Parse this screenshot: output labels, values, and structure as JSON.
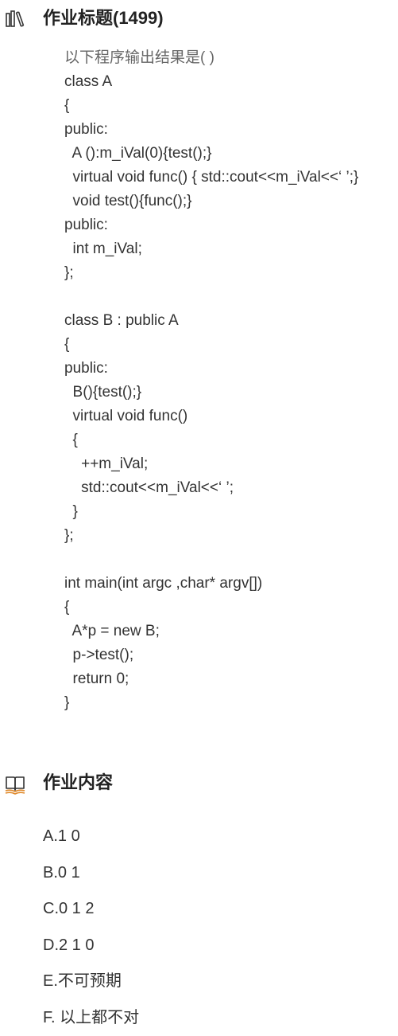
{
  "title_header": {
    "icon": "books-icon",
    "title": "作业标题(1499)"
  },
  "question": {
    "lines": [
      "以下程序输出结果是( )",
      "class A",
      "{",
      "public:",
      "  A ():m_iVal(0){test();}",
      "  virtual void func() { std::cout<<m_iVal<<‘ ’;}",
      "  void test(){func();}",
      "public:",
      "  int m_iVal;",
      "};",
      "",
      "class B : public A",
      "{",
      "public:",
      "  B(){test();}",
      "  virtual void func()",
      "  {",
      "    ++m_iVal;",
      "    std::cout<<m_iVal<<‘ ’;",
      "  }",
      "};",
      "",
      "int main(int argc ,char* argv[])",
      "{",
      "  A*p = new B;",
      "  p->test();",
      "  return 0;",
      "}"
    ]
  },
  "content_header": {
    "icon": "open-book-icon",
    "title": "作业内容"
  },
  "options": [
    "A.1 0",
    "B.0 1",
    "C.0 1 2",
    "D.2 1 0",
    "E.不可预期",
    "F. 以上都不对"
  ],
  "colors": {
    "icon_dark": "#333333",
    "icon_accent": "#e08a2c"
  }
}
